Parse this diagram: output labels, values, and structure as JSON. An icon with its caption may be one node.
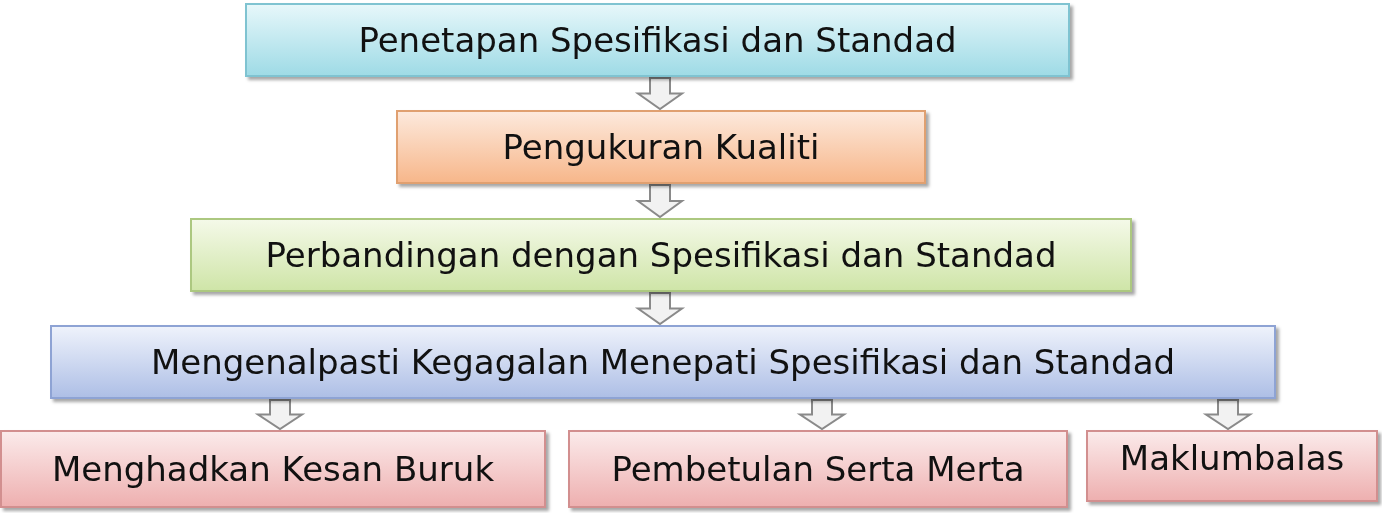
{
  "diagram": {
    "nodes": [
      {
        "text": [
          "Penetapan Spesifikasi dan Standad"
        ]
      },
      {
        "text": [
          "Pengukuran Kualiti"
        ]
      },
      {
        "text": [
          "Perbandingan dengan Spesifikasi dan Standad"
        ]
      },
      {
        "text": [
          "Mengenalpasti Kegagalan Menepati Spesifikasi dan Standad"
        ]
      },
      {
        "text": [
          "Menghadkan Kesan Buruk"
        ]
      },
      {
        "text": [
          "Pembetulan Serta Merta"
        ]
      },
      {
        "text": [
          "Maklumbalas"
        ]
      }
    ],
    "edges": [
      {
        "from": 0,
        "to": 1,
        "arrow": "to"
      },
      {
        "from": 1,
        "to": 2,
        "arrow": "to"
      },
      {
        "from": 2,
        "to": 3,
        "arrow": "to"
      },
      {
        "from": 3,
        "to": 4,
        "arrow": "to"
      },
      {
        "from": 3,
        "to": 5,
        "arrow": "to"
      },
      {
        "from": 3,
        "to": 6,
        "arrow": "to"
      }
    ]
  }
}
